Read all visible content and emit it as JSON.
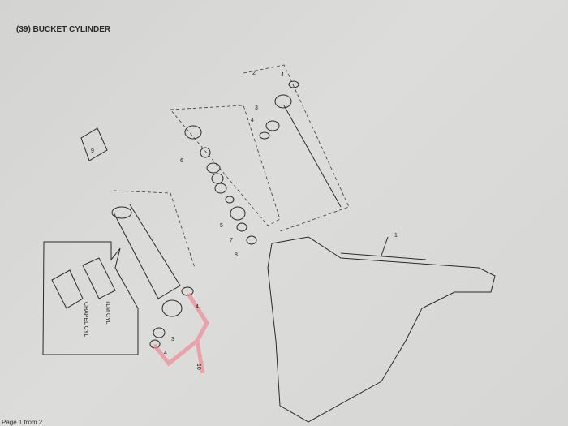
{
  "title": "(39) BUCKET CYLINDER",
  "footer": "Page 1 from 2",
  "inset_labels": {
    "tlm": "TLM CYL",
    "chapel": "CHAPEL CYL"
  },
  "callouts": {
    "c1": "1",
    "c2": "2",
    "c3a": "3",
    "c4a": "4",
    "c4b": "4",
    "c5": "5",
    "c6": "6",
    "c7": "7",
    "c8": "8",
    "c9": "9",
    "c10": "10",
    "c3b": "3",
    "c4c": "4",
    "c4d": "4"
  },
  "highlight_color": "#f08a96"
}
